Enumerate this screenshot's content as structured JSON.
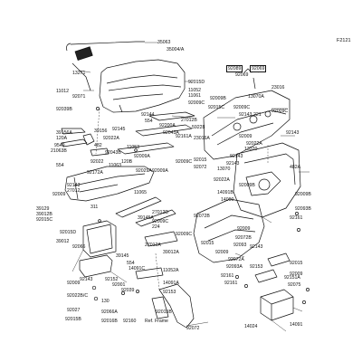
{
  "title_code": "F2121",
  "ref_frame_label": "Ref. Frame",
  "parts": [
    {
      "id": "p1",
      "text": "35063"
    },
    {
      "id": "p2",
      "text": "35004/A"
    },
    {
      "id": "p3",
      "text": "13271"
    },
    {
      "id": "p4",
      "text": "11012"
    },
    {
      "id": "p5",
      "text": "92071"
    },
    {
      "id": "p6",
      "text": "92015D"
    },
    {
      "id": "p7",
      "text": "11052"
    },
    {
      "id": "p8",
      "text": "11061"
    },
    {
      "id": "p9",
      "text": "92009C"
    },
    {
      "id": "p10",
      "text": "92039B"
    },
    {
      "id": "p11",
      "text": "92144"
    },
    {
      "id": "p12",
      "text": "554"
    },
    {
      "id": "p13",
      "text": "27012B"
    },
    {
      "id": "p14",
      "text": "92200A"
    },
    {
      "id": "p15",
      "text": "13070A"
    },
    {
      "id": "p16",
      "text": "92009B"
    },
    {
      "id": "p17",
      "text": "92069"
    },
    {
      "id": "p18",
      "text": "23016"
    },
    {
      "id": "p19",
      "text": "92009C"
    },
    {
      "id": "p20",
      "text": "92143"
    },
    {
      "id": "p21",
      "text": "92015C"
    },
    {
      "id": "p22",
      "text": "92009C"
    },
    {
      "id": "p23",
      "text": "92143"
    },
    {
      "id": "p24",
      "text": "221"
    },
    {
      "id": "p25",
      "text": "39156A"
    },
    {
      "id": "p26",
      "text": "120A"
    },
    {
      "id": "p27",
      "text": "21063B"
    },
    {
      "id": "p28",
      "text": "9549"
    },
    {
      "id": "p29",
      "text": "39156"
    },
    {
      "id": "p30",
      "text": "482"
    },
    {
      "id": "p31",
      "text": "92022A"
    },
    {
      "id": "p32",
      "text": "92145"
    },
    {
      "id": "p33",
      "text": "92043A"
    },
    {
      "id": "p34",
      "text": "11053"
    },
    {
      "id": "p35",
      "text": "92161A"
    },
    {
      "id": "p36",
      "text": "59228"
    },
    {
      "id": "p37",
      "text": "23016A"
    },
    {
      "id": "p38",
      "text": "92009"
    },
    {
      "id": "p39",
      "text": "92022A"
    },
    {
      "id": "p40",
      "text": "13320"
    },
    {
      "id": "p41",
      "text": "92143"
    },
    {
      "id": "p42",
      "text": "92015"
    },
    {
      "id": "p43",
      "text": "92143"
    },
    {
      "id": "p44",
      "text": "13070"
    },
    {
      "id": "p45",
      "text": "92009C"
    },
    {
      "id": "p46",
      "text": "92072"
    },
    {
      "id": "p47",
      "text": "482A"
    },
    {
      "id": "p48",
      "text": "92043B"
    },
    {
      "id": "p49",
      "text": "92009A"
    },
    {
      "id": "p50",
      "text": "120B"
    },
    {
      "id": "p51",
      "text": "554"
    },
    {
      "id": "p52",
      "text": "11063"
    },
    {
      "id": "p53",
      "text": "92022"
    },
    {
      "id": "p54",
      "text": "92029A"
    },
    {
      "id": "p55",
      "text": "92009A"
    },
    {
      "id": "p56",
      "text": "92172A"
    },
    {
      "id": "p57",
      "text": "92143"
    },
    {
      "id": "p58",
      "text": "27012"
    },
    {
      "id": "p59",
      "text": "11065"
    },
    {
      "id": "p60",
      "text": "92009"
    },
    {
      "id": "p61",
      "text": "39129"
    },
    {
      "id": "p62",
      "text": "39012B"
    },
    {
      "id": "p63",
      "text": "92015C"
    },
    {
      "id": "p64",
      "text": "311"
    },
    {
      "id": "p65",
      "text": "39145A"
    },
    {
      "id": "p66",
      "text": "27012D"
    },
    {
      "id": "p67",
      "text": "92009C"
    },
    {
      "id": "p68",
      "text": "224"
    },
    {
      "id": "p69",
      "text": "92009C"
    },
    {
      "id": "p70",
      "text": "27012A"
    },
    {
      "id": "p71",
      "text": "39012A"
    },
    {
      "id": "p72",
      "text": "92015D"
    },
    {
      "id": "p73",
      "text": "39012"
    },
    {
      "id": "p74",
      "text": "92066"
    },
    {
      "id": "p75",
      "text": "39145"
    },
    {
      "id": "p76",
      "text": "554"
    },
    {
      "id": "p77",
      "text": "14091C"
    },
    {
      "id": "p78",
      "text": "11052A"
    },
    {
      "id": "p79",
      "text": "92143"
    },
    {
      "id": "p80",
      "text": "92152"
    },
    {
      "id": "p81",
      "text": "92001"
    },
    {
      "id": "p82",
      "text": "92039"
    },
    {
      "id": "p83",
      "text": "14091A"
    },
    {
      "id": "p84",
      "text": "92153"
    },
    {
      "id": "p85",
      "text": "130"
    },
    {
      "id": "p86",
      "text": "92009"
    },
    {
      "id": "p87",
      "text": "92022B/C"
    },
    {
      "id": "p88",
      "text": "92027"
    },
    {
      "id": "p89",
      "text": "92066A"
    },
    {
      "id": "p90",
      "text": "92015B"
    },
    {
      "id": "p91",
      "text": "92015B"
    },
    {
      "id": "p92",
      "text": "92016B"
    },
    {
      "id": "p93",
      "text": "92160"
    },
    {
      "id": "p94",
      "text": "14091B"
    },
    {
      "id": "p95",
      "text": "14090"
    },
    {
      "id": "p96",
      "text": "92022A"
    },
    {
      "id": "p97",
      "text": "92009B"
    },
    {
      "id": "p98",
      "text": "92072B"
    },
    {
      "id": "p99",
      "text": "92015"
    },
    {
      "id": "p100",
      "text": "92009"
    },
    {
      "id": "p101",
      "text": "92072B"
    },
    {
      "id": "p102",
      "text": "92093"
    },
    {
      "id": "p103",
      "text": "92143"
    },
    {
      "id": "p104",
      "text": "92009"
    },
    {
      "id": "p105",
      "text": "92072A"
    },
    {
      "id": "p106",
      "text": "92093A"
    },
    {
      "id": "p107",
      "text": "92153"
    },
    {
      "id": "p108",
      "text": "92161"
    },
    {
      "id": "p109",
      "text": "92151A"
    },
    {
      "id": "p110",
      "text": "92161"
    },
    {
      "id": "p111",
      "text": "92075"
    },
    {
      "id": "p112",
      "text": "14024"
    },
    {
      "id": "p113",
      "text": "14091"
    },
    {
      "id": "p114",
      "text": "92072"
    },
    {
      "id": "p115",
      "text": "92009B"
    },
    {
      "id": "p116",
      "text": "92093B"
    },
    {
      "id": "p117",
      "text": "92161"
    },
    {
      "id": "p118",
      "text": "92009"
    },
    {
      "id": "p119",
      "text": "92015"
    }
  ],
  "boxed_parts": [
    {
      "id": "b1",
      "text": "92089"
    },
    {
      "id": "b2",
      "text": "92069"
    }
  ]
}
